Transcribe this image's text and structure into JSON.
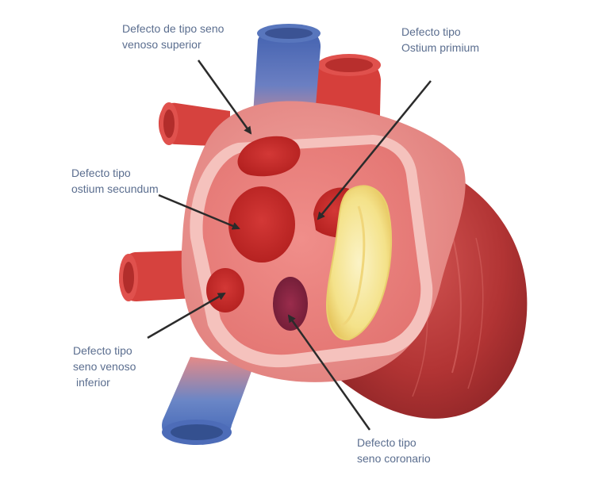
{
  "labels": {
    "sinus_venosus_superior": {
      "line1": "Defecto de tipo seno",
      "line2": "venoso superior"
    },
    "ostium_primum": {
      "line1": "Defecto tipo",
      "line2": "Ostium primium"
    },
    "ostium_secundum": {
      "line1": "Defecto tipo",
      "line2": "ostium secundum"
    },
    "sinus_venosus_inferior": {
      "line1": "Defecto tipo",
      "line2": "seno venoso",
      "line3": "inferior"
    },
    "coronary_sinus": {
      "line1": "Defecto tipo",
      "line2": "seno coronario"
    }
  },
  "colors": {
    "label_text": "#5b6e8f",
    "arrow": "#2b2b2b",
    "atrial_wall": "#e98c89",
    "ventricle": "#b9393a",
    "defect_hole": "#c62b2a",
    "coronary_sinus_hole": "#7e2340",
    "vein_blue": "#4f6fb8",
    "artery_red": "#d63f3b",
    "valve_yellow": "#f7eaa0"
  }
}
